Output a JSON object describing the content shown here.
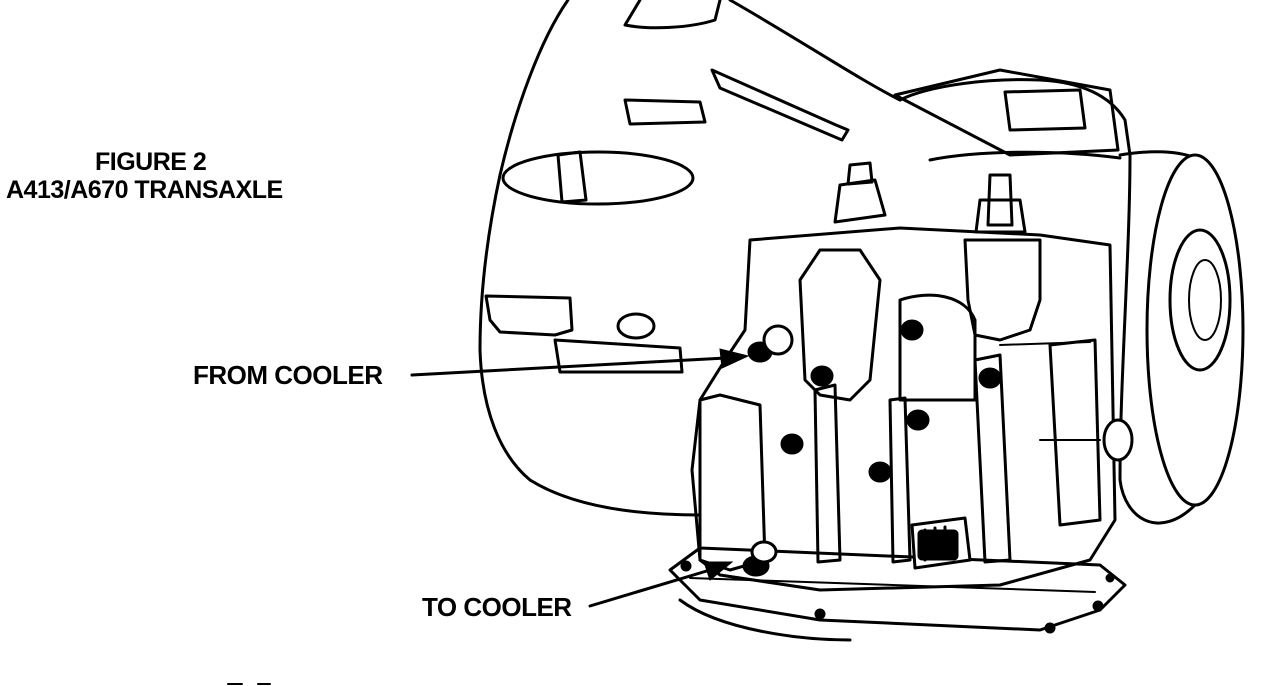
{
  "figure": {
    "title_line1": "FIGURE 2",
    "title_line2": "A413/A670 TRANSAXLE"
  },
  "callouts": {
    "from_cooler": "FROM COOLER",
    "to_cooler": "TO COOLER"
  },
  "colors": {
    "ink": "#000000",
    "paper": "#ffffff"
  }
}
